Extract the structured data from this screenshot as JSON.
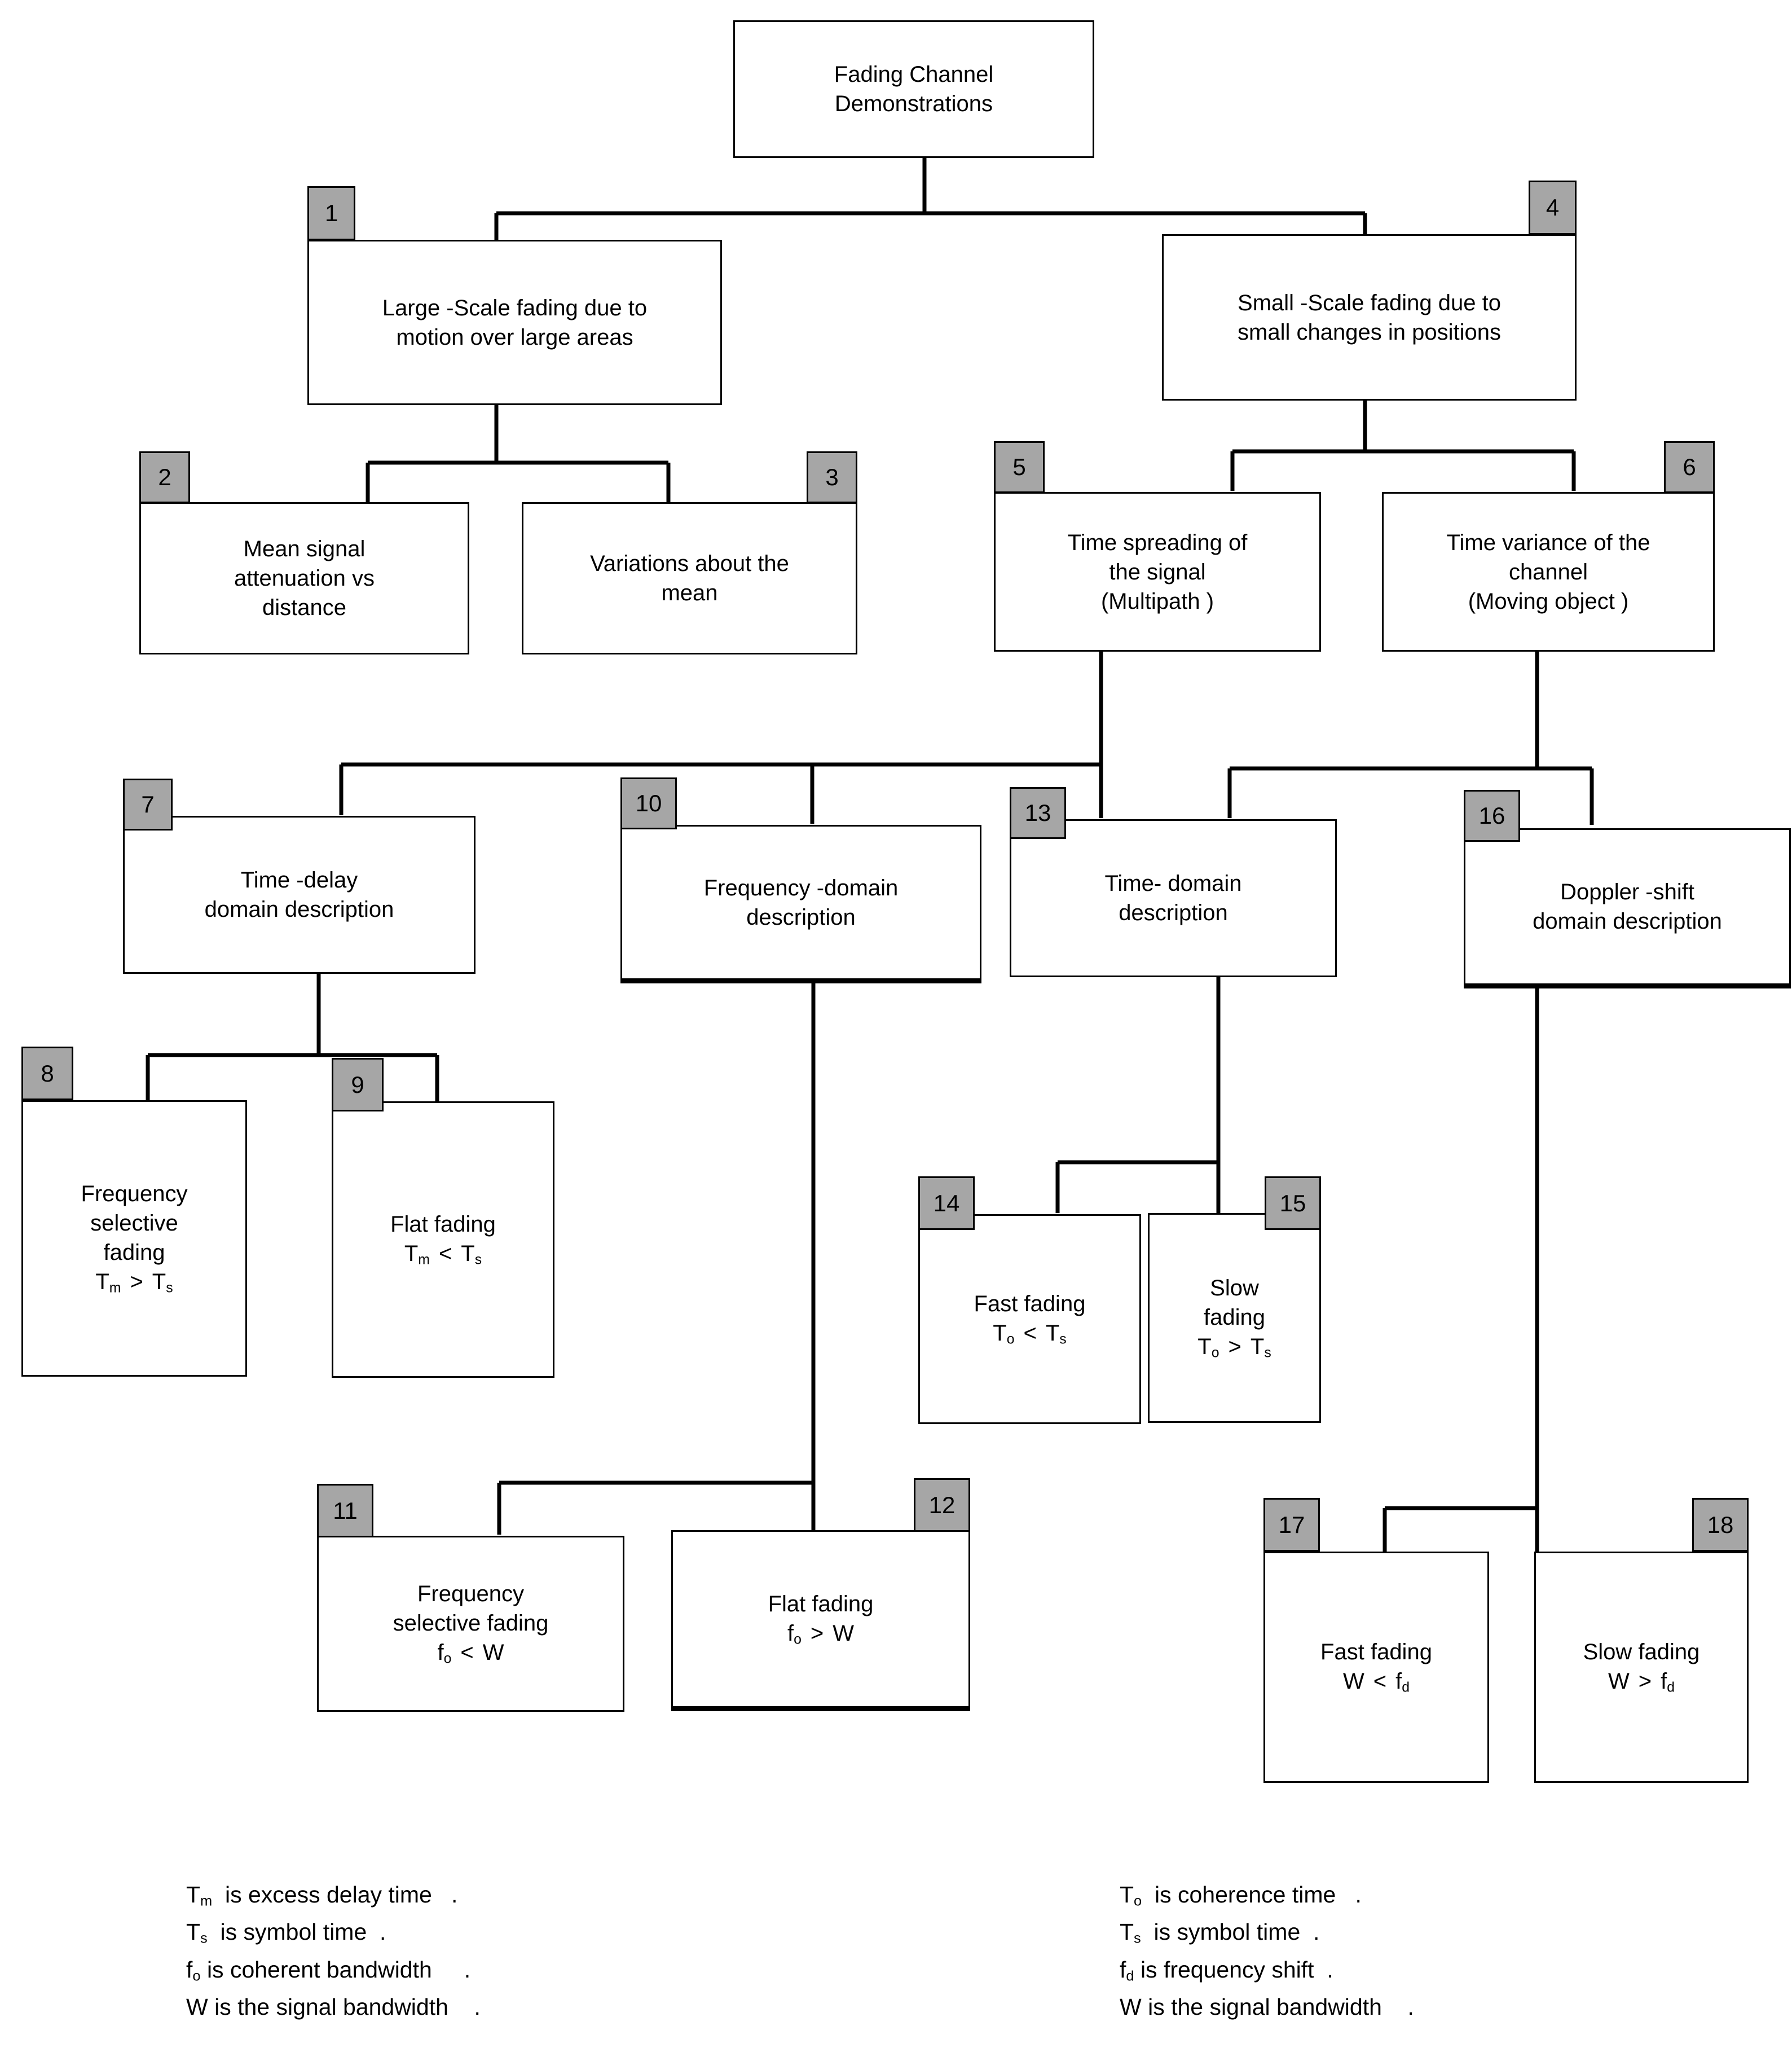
{
  "diagram": {
    "title": "Fading Channel Demonstrations",
    "badge_color": "#a6a6a6",
    "line_color": "#000000",
    "nodes": [
      {
        "id": "root",
        "number": "",
        "lines": [
          "Fading Channel",
          "Demonstrations"
        ]
      },
      {
        "id": "n1",
        "number": "1",
        "lines": [
          "Large -Scale fading due to",
          "motion over large areas"
        ]
      },
      {
        "id": "n4",
        "number": "4",
        "lines": [
          "Small -Scale fading due to",
          "small changes in positions"
        ]
      },
      {
        "id": "n2",
        "number": "2",
        "lines": [
          "Mean signal",
          "attenuation vs",
          "distance"
        ]
      },
      {
        "id": "n3",
        "number": "3",
        "lines": [
          "Variations about the",
          "mean"
        ]
      },
      {
        "id": "n5",
        "number": "5",
        "lines": [
          "Time spreading of",
          "the signal",
          "(Multipath  )"
        ]
      },
      {
        "id": "n6",
        "number": "6",
        "lines": [
          "Time variance of the",
          "channel",
          "(Moving object  )"
        ]
      },
      {
        "id": "n7",
        "number": "7",
        "lines": [
          "Time -delay",
          "domain description"
        ]
      },
      {
        "id": "n10",
        "number": "10",
        "lines": [
          "Frequency  -domain",
          "description"
        ]
      },
      {
        "id": "n13",
        "number": "13",
        "lines": [
          "Time- domain",
          "description"
        ]
      },
      {
        "id": "n16",
        "number": "16",
        "lines": [
          "Doppler -shift",
          "domain description"
        ]
      },
      {
        "id": "n8",
        "number": "8",
        "lines": [
          "Frequency",
          "selective",
          "fading",
          "Tm > Ts"
        ]
      },
      {
        "id": "n9",
        "number": "9",
        "lines": [
          "Flat fading",
          "Tm < Ts"
        ]
      },
      {
        "id": "n14",
        "number": "14",
        "lines": [
          "Fast fading",
          "To  <  Ts"
        ]
      },
      {
        "id": "n15",
        "number": "15",
        "lines": [
          "Slow",
          "fading",
          "To  >  Ts"
        ]
      },
      {
        "id": "n11",
        "number": "11",
        "lines": [
          "Frequency",
          "selective fading",
          "fo  <  W"
        ]
      },
      {
        "id": "n12",
        "number": "12",
        "lines": [
          "Flat fading",
          "fo  >  W"
        ]
      },
      {
        "id": "n17",
        "number": "17",
        "lines": [
          "Fast fading",
          "W  <  fd"
        ]
      },
      {
        "id": "n18",
        "number": "18",
        "lines": [
          "Slow fading",
          "W  >  fd"
        ]
      }
    ],
    "legend_left": [
      "Tm  is excess delay time   .",
      "Ts  is symbol time  .",
      "fo is coherent bandwidth     .",
      "W is the signal bandwidth    ."
    ],
    "legend_right": [
      "To  is coherence time   .",
      "Ts  is symbol time  .",
      "fd is frequency shift  .",
      "W is the signal bandwidth    ."
    ]
  }
}
